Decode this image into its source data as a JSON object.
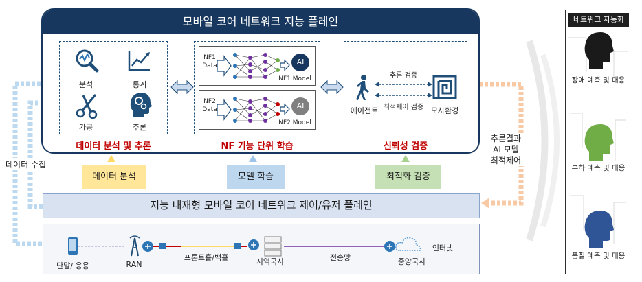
{
  "plane": {
    "title": "모바일 코어 네트워크 지능 플레인",
    "analysis": {
      "title": "데이터 분석 및 추론",
      "items": [
        "분석",
        "통계",
        "가공",
        "추론"
      ]
    },
    "learning": {
      "title": "NF 기능 단위 학습",
      "nf1": {
        "data": "NF1\nData",
        "ai": "AI",
        "model": "NF1 Model"
      },
      "nf2": {
        "data": "NF2\nData",
        "ai": "AI",
        "model": "NF2 Model"
      }
    },
    "verification": {
      "title": "신뢰성 검증",
      "agent": "에이전트",
      "env": "모사환경",
      "arrow1": "추론 검증",
      "arrow2": "최적제어 검증"
    }
  },
  "side_left": "데이터 수집",
  "side_right": [
    "추론결과",
    "AI 모델",
    "최적제어"
  ],
  "tabs": [
    "데이터 분석",
    "모델 학습",
    "최적화 검증"
  ],
  "control_plane": "지능 내재형 모바일 코어 네트워크 제어/유저 플레인",
  "infra": {
    "terminal": "단말/ 응용",
    "ran": "RAN",
    "fronthaul": "프론트홀/백홀",
    "regional": "지역국사",
    "transport": "전송망",
    "central": "중앙국사",
    "internet": "인터넷"
  },
  "automation": {
    "title": "네트워크 자동화",
    "items": [
      "장애 예측 및 대응",
      "부하 예측 및 대응",
      "품질 예측 및 대응"
    ]
  },
  "colors": {
    "navy": "#17375e",
    "red": "#c00000",
    "yellow": "#ffe699",
    "blue": "#bdd7ee",
    "green": "#c5e0b4",
    "head_black": "#1a1a1a",
    "head_green": "#70ad47",
    "head_blue": "#2f5597"
  }
}
